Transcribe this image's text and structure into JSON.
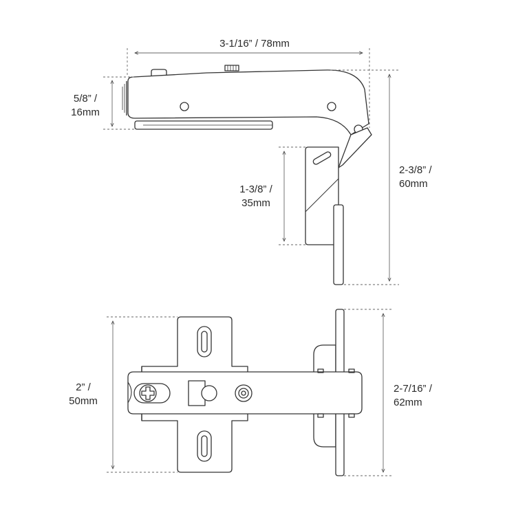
{
  "colors": {
    "line": "#333333",
    "dim": "#666666",
    "background": "#ffffff"
  },
  "dimensions": {
    "top_width": "3-1/16” / 78mm",
    "top_height_line1": "5/8” /",
    "top_height_line2": "16mm",
    "mount_height_line1": "1-3/8” /",
    "mount_height_line2": "35mm",
    "total_height_line1": "2-3/8” /",
    "total_height_line2": "60mm",
    "bottom_plate_line1": "2” /",
    "bottom_plate_line2": "50mm",
    "bottom_total_line1": "2-7/16” /",
    "bottom_total_line2": "62mm"
  }
}
